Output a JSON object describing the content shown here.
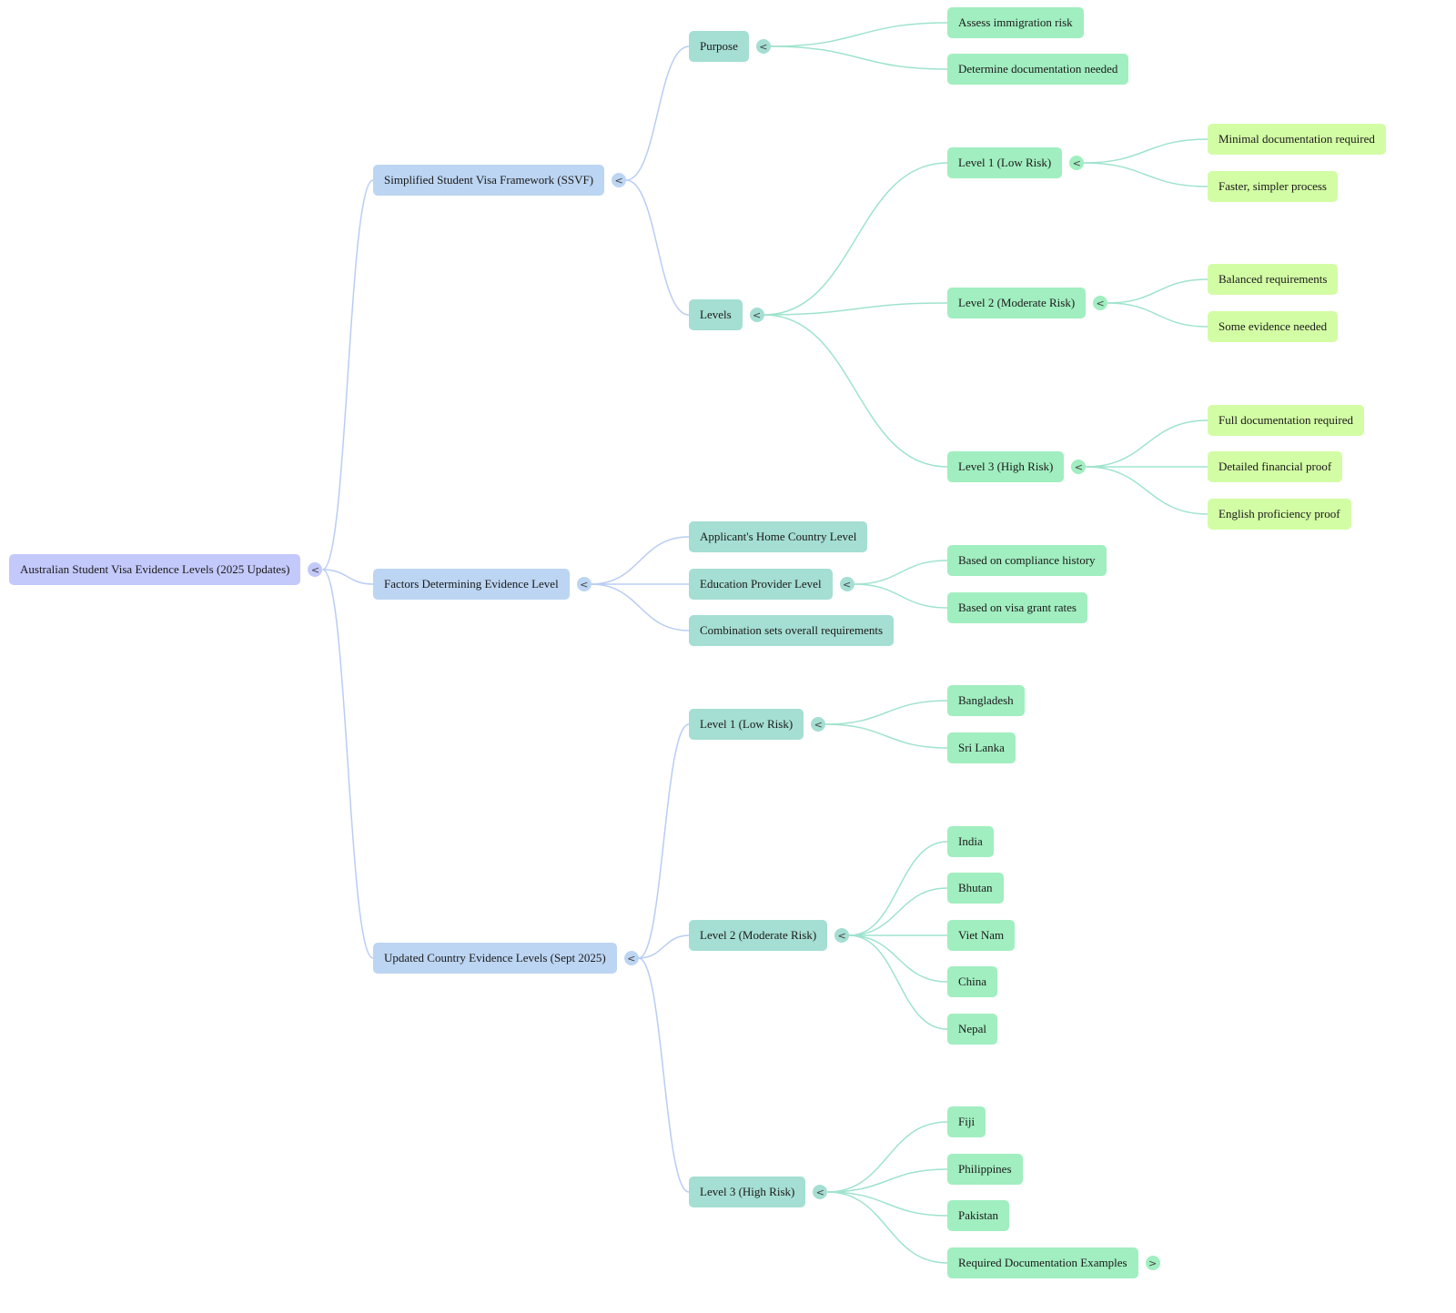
{
  "title": "Australian Student Visa Evidence Levels (2025 Updates)",
  "colors": {
    "level0": "#c4c9fb",
    "level1": "#bcd5f2",
    "level2": "#a5ded3",
    "level3": "#a1eec0",
    "level4": "#d3fda5",
    "link_blue": "#b9cdf3",
    "link_green": "#9fe3cd"
  },
  "icons": {
    "expanded": "<",
    "collapsed": ">"
  },
  "mindmap": {
    "id": "root",
    "label": "Australian Student Visa Evidence Levels (2025 Updates)",
    "expanded": true,
    "children": [
      {
        "id": "ssvf",
        "label": "Simplified Student Visa Framework (SSVF)",
        "expanded": true,
        "children": [
          {
            "id": "purpose",
            "label": "Purpose",
            "expanded": true,
            "children": [
              {
                "id": "purpose-1",
                "label": "Assess immigration risk"
              },
              {
                "id": "purpose-2",
                "label": "Determine documentation needed"
              }
            ]
          },
          {
            "id": "levels",
            "label": "Levels",
            "expanded": true,
            "children": [
              {
                "id": "lvl1",
                "label": "Level 1 (Low Risk)",
                "expanded": true,
                "children": [
                  {
                    "id": "lvl1-a",
                    "label": "Minimal documentation required"
                  },
                  {
                    "id": "lvl1-b",
                    "label": "Faster, simpler process"
                  }
                ]
              },
              {
                "id": "lvl2",
                "label": "Level 2 (Moderate Risk)",
                "expanded": true,
                "children": [
                  {
                    "id": "lvl2-a",
                    "label": "Balanced requirements"
                  },
                  {
                    "id": "lvl2-b",
                    "label": "Some evidence needed"
                  }
                ]
              },
              {
                "id": "lvl3",
                "label": "Level 3 (High Risk)",
                "expanded": true,
                "children": [
                  {
                    "id": "lvl3-a",
                    "label": "Full documentation required"
                  },
                  {
                    "id": "lvl3-b",
                    "label": "Detailed financial proof"
                  },
                  {
                    "id": "lvl3-c",
                    "label": "English proficiency proof"
                  }
                ]
              }
            ]
          }
        ]
      },
      {
        "id": "factors",
        "label": "Factors Determining Evidence Level",
        "expanded": true,
        "children": [
          {
            "id": "f-home",
            "label": "Applicant's Home Country Level"
          },
          {
            "id": "f-provider",
            "label": "Education Provider Level",
            "expanded": true,
            "children": [
              {
                "id": "f-prov-a",
                "label": "Based on compliance history"
              },
              {
                "id": "f-prov-b",
                "label": "Based on visa grant rates"
              }
            ]
          },
          {
            "id": "f-combo",
            "label": "Combination sets overall requirements"
          }
        ]
      },
      {
        "id": "updated",
        "label": "Updated Country Evidence Levels (Sept 2025)",
        "expanded": true,
        "children": [
          {
            "id": "c-lvl1",
            "label": "Level 1 (Low Risk)",
            "expanded": true,
            "children": [
              {
                "id": "c1-bd",
                "label": "Bangladesh"
              },
              {
                "id": "c1-lk",
                "label": "Sri Lanka"
              }
            ]
          },
          {
            "id": "c-lvl2",
            "label": "Level 2 (Moderate Risk)",
            "expanded": true,
            "children": [
              {
                "id": "c2-in",
                "label": "India"
              },
              {
                "id": "c2-bt",
                "label": "Bhutan"
              },
              {
                "id": "c2-vn",
                "label": "Viet Nam"
              },
              {
                "id": "c2-cn",
                "label": "China"
              },
              {
                "id": "c2-np",
                "label": "Nepal"
              }
            ]
          },
          {
            "id": "c-lvl3",
            "label": "Level 3 (High Risk)",
            "expanded": true,
            "children": [
              {
                "id": "c3-fj",
                "label": "Fiji"
              },
              {
                "id": "c3-ph",
                "label": "Philippines"
              },
              {
                "id": "c3-pk",
                "label": "Pakistan"
              },
              {
                "id": "c3-docs",
                "label": "Required Documentation Examples",
                "expanded": false,
                "has_hidden_children": true
              }
            ]
          }
        ]
      }
    ]
  }
}
